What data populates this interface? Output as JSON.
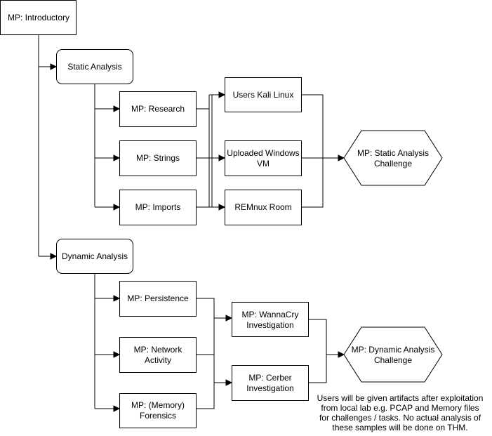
{
  "nodes": {
    "intro": "MP: Introductory",
    "static_analysis": "Static Analysis",
    "research": "MP: Research",
    "strings": "MP: Strings",
    "imports": "MP: Imports",
    "kali": "Users Kali Linux",
    "windows_vm": [
      "Uploaded Windows",
      "VM"
    ],
    "remnux": "REMnux Room",
    "static_challenge": [
      "MP: Static Analysis",
      "Challenge"
    ],
    "dynamic_analysis": "Dynamic Analysis",
    "persistence": "MP: Persistence",
    "network": [
      "MP: Network",
      "Activity"
    ],
    "memory": [
      "MP: (Memory)",
      "Forensics"
    ],
    "wannacry": [
      "MP: WannaCry",
      "Investigation"
    ],
    "cerber": [
      "MP: Cerber",
      "Investigation"
    ],
    "dynamic_challenge": [
      "MP: Dynamic Analysis",
      "Challenge"
    ]
  },
  "note": [
    "Users will be given artifacts after exploitation",
    "from local lab e.g. PCAP and Memory files",
    "for challenges / tasks. No actual analysis of",
    "these samples will be done on THM."
  ]
}
